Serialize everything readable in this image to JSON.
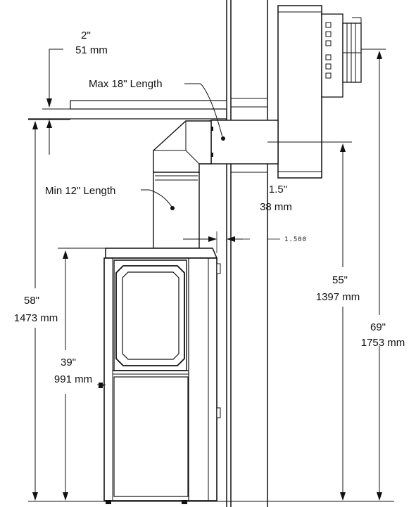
{
  "colors": {
    "ink": "#111111",
    "background": "#ffffff",
    "panel": "#ffffff"
  },
  "labels": {
    "clearance_top": {
      "inches": "2\"",
      "mm": "51 mm"
    },
    "max_length": "Max 18\" Length",
    "min_length": "Min 12\" Length",
    "wall_gap": {
      "inches": "1.5\"",
      "mm": "38 mm",
      "decimal": "1.500"
    },
    "stove_height": {
      "inches": "39\"",
      "mm": "991 mm"
    },
    "pipe_height": {
      "inches": "58\"",
      "mm": "1473 mm"
    },
    "termination_lower": {
      "inches": "55\"",
      "mm": "1397 mm"
    },
    "termination_upper": {
      "inches": "69\"",
      "mm": "1753 mm"
    }
  }
}
